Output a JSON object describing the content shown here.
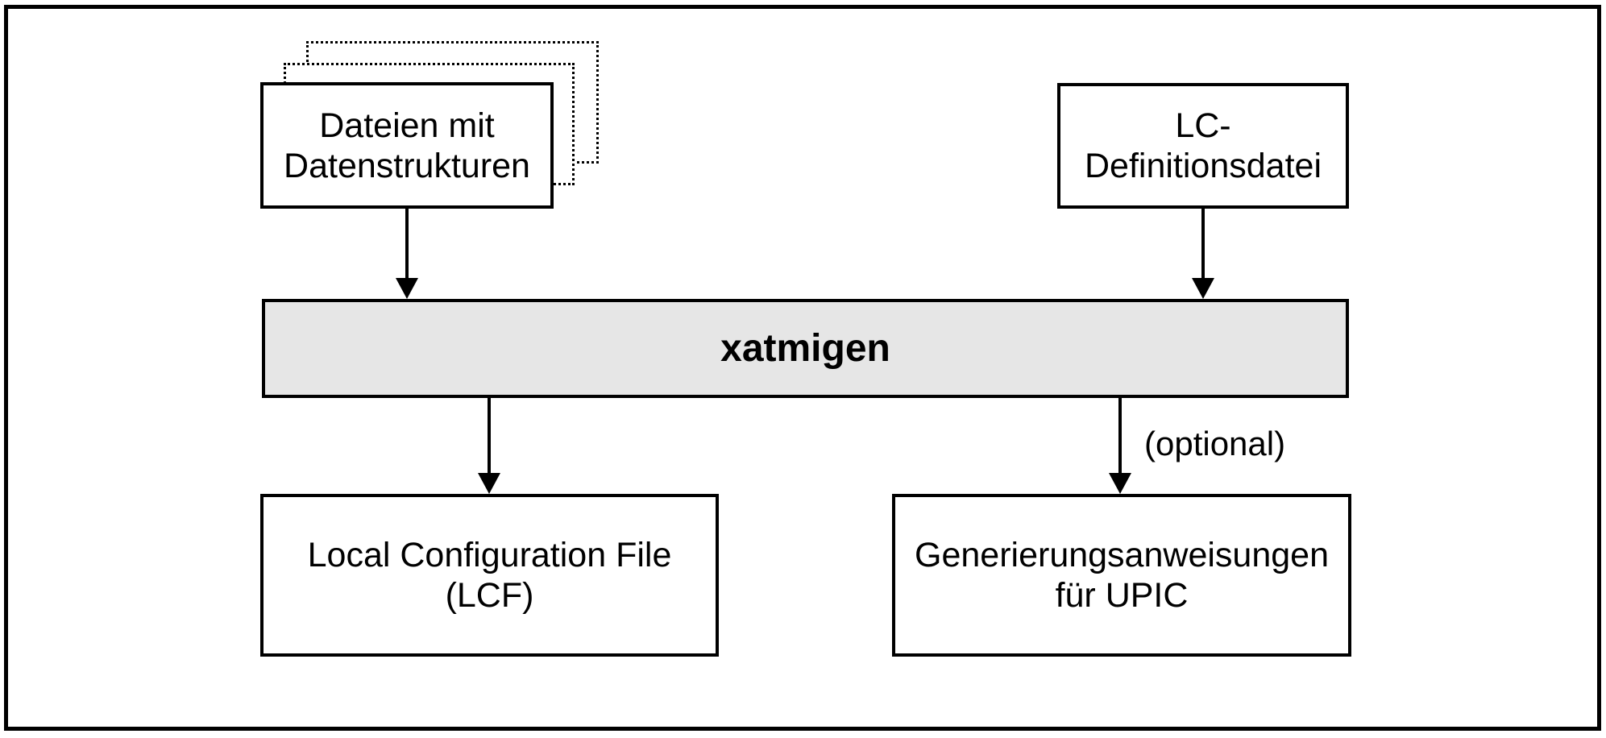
{
  "nodes": {
    "files": {
      "lines": [
        "Dateien mit",
        "Datenstrukturen"
      ]
    },
    "lc_definition": {
      "lines": [
        "LC-",
        "Definitionsdatei"
      ]
    },
    "process": {
      "label": "xatmigen"
    },
    "lcf": {
      "lines": [
        "Local Configuration File",
        "(LCF)"
      ]
    },
    "generation": {
      "lines": [
        "Generierungsanweisungen",
        "für UPIC"
      ]
    }
  },
  "annotations": {
    "optional": "(optional)"
  },
  "colors": {
    "process_fill": "#e6e6e6",
    "line": "#000000",
    "background": "#ffffff"
  }
}
